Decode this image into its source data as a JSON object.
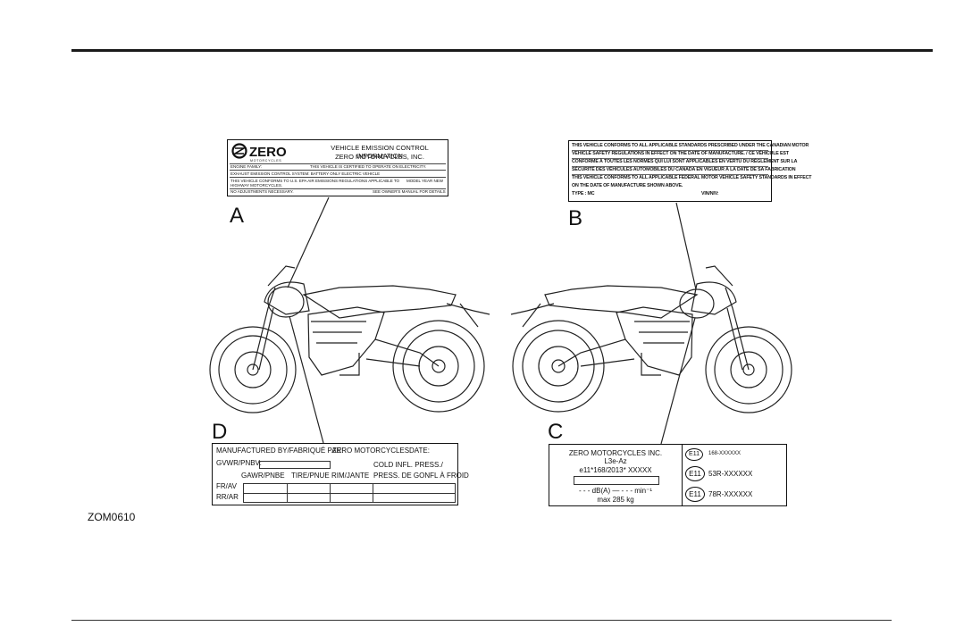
{
  "figure_id": "ZOM0610",
  "callouts": {
    "a": "A",
    "b": "B",
    "c": "C",
    "d": "D"
  },
  "label_a": {
    "logo_text": "ZERO",
    "logo_subtext": "MOTORCYCLES",
    "header_line1": "VEHICLE EMISSION CONTROL INFORMATION",
    "header_line2": "ZERO MOTORCYCLES, INC.",
    "engine_family": "ENGINE FAMILY:",
    "certified": "THIS VEHICLE IS CERTIFIED TO OPERATE ON ELECTRICITY.",
    "exhaust": "EXHAUST EMISSION CONTROL SYSTEM: BATTERY ONLY ELECTRIC VEHICLE",
    "conforms": "THIS VEHICLE CONFORMS TO U.S. EPA AIR EMISSIONS REGULATIONS APPLICABLE TO",
    "model_year": "MODEL YEAR NEW",
    "highway": "HIGHWAY MOTORCYCLES.",
    "no_adjust": "NO ADJUSTMENTS NECESSARY.",
    "see_manual": "SEE OWNER'S MANUAL FOR DETAILS"
  },
  "label_b": {
    "lines": [
      "THIS VEHICLE CONFORMS TO ALL APPLICABLE STANDARDS PRESCRIBED UNDER THE CANADIAN MOTOR",
      "VEHICLE SAFETY REGULATIONS IN EFFECT ON THE DATE OF MANUFACTURE. / CE VÉHICULE EST",
      "CONFORME À TOUTES LES NORMES QUI LUI SONT APPLICABLES EN VERTU DU RÈGLEMENT SUR LA",
      "SÉCURITÉ DES VÉHICULES AUTOMOBILES DU CANADA EN VIGUEUR À LA DATE DE SA FABRICATION",
      "THIS VEHICLE CONFORMS TO ALL APPLICABLE FEDERAL MOTOR VEHICLE SAFETY STANDARDS IN EFFECT",
      "ON THE DATE OF MANUFACTURE SHOWN ABOVE."
    ],
    "type_label": "TYPE : MC",
    "vin_label": "VIN/NIV:"
  },
  "label_d": {
    "manufactured_by": "MANUFACTURED BY/FABRIQUÉ PAR:",
    "maker": "ZERO MOTORCYCLES",
    "date": "DATE:",
    "gvwr": "GVWR/PNBV:",
    "cold_infl": "COLD INFL. PRESS./",
    "press_de": "PRESS. DE GONFL À FROID",
    "gawr": "GAWR/PNBE",
    "tire": "TIRE/PNUE",
    "rim": "RIM/JANTE",
    "fr_av": "FR/AV",
    "rr_ar": "RR/AR"
  },
  "label_c": {
    "maker": "ZERO MOTORCYCLES INC.",
    "category": "L3e-Az",
    "approval": "e11*168/2013* XXXXX",
    "noise": "- - - dB(A) — - - - min⁻¹",
    "max_mass": "max 285 kg",
    "emark": "E11",
    "code1": "168-XXXXXX",
    "code2": "53R-XXXXXX",
    "code3": "78R-XXXXXX"
  }
}
